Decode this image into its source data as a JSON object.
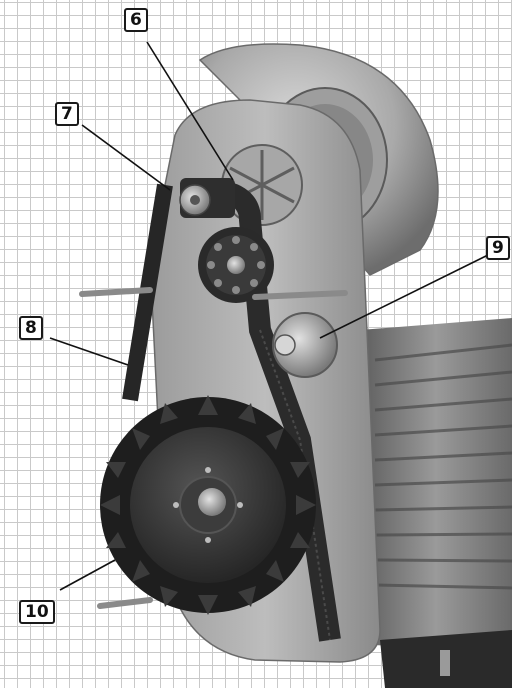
{
  "callouts": [
    {
      "id": "c6",
      "label": "6"
    },
    {
      "id": "c7",
      "label": "7"
    },
    {
      "id": "c8",
      "label": "8"
    },
    {
      "id": "c9",
      "label": "9"
    },
    {
      "id": "c10",
      "label": "10"
    }
  ],
  "colors": {
    "background": "#ffffff",
    "grid": "#c9c9c9",
    "metal_light": "#b9b9b9",
    "metal_mid": "#8d8d8d",
    "metal_dark": "#4a4a4a",
    "rubber": "#262626"
  },
  "subjects": [
    "blower-housing",
    "drive-cover-plate",
    "toothed-belt",
    "tensioner-pulley",
    "finned-pulley-wheel",
    "electric-motor"
  ]
}
